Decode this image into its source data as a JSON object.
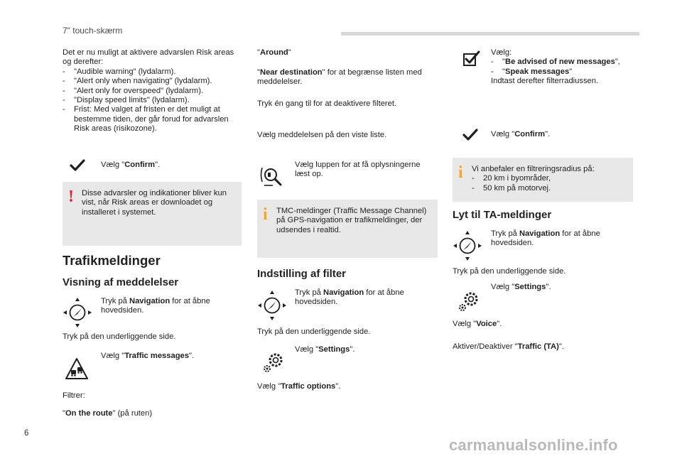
{
  "header": {
    "title": "7\" touch-skærm"
  },
  "page_number": "6",
  "watermark": "carmanualsonline.info",
  "col1": {
    "intro": "Det er nu muligt at aktivere advarslen Risk areas og derefter:",
    "intro_items": [
      "\"Audible warning\" (lydalarm).",
      "\"Alert only when navigating\" (lydalarm).",
      "\"Alert only for overspeed\" (lydalarm).",
      "\"Display speed limits\" (lydalarm).",
      "Frist: Med valget af fristen er det muligt at bestemme tiden, der går forud for advarslen Risk areas (risikozone)."
    ],
    "confirm_pre": "Vælg \"",
    "confirm_bold": "Confirm",
    "confirm_post": "\".",
    "warning": "Disse advarsler og indikationer bliver kun vist, når Risk areas er downloadet og installeret i systemet.",
    "section_title": "Trafikmeldinger",
    "subsection_title": "Visning af meddelelser",
    "nav_pre": "Tryk på ",
    "nav_bold": "Navigation",
    "nav_post": " for at åbne hovedsiden.",
    "press_sub": "Tryk på den underliggende side.",
    "traffic_pre": "Vælg \"",
    "traffic_bold": "Traffic messages",
    "traffic_post": "\".",
    "filters": "Filtrer:",
    "onroute_pre": "\"",
    "onroute_bold": "On the route",
    "onroute_post": "\" (på ruten)"
  },
  "col2": {
    "around_pre": "\"",
    "around_bold": "Around",
    "around_post": "\"",
    "near_pre": "\"",
    "near_bold": "Near destination",
    "near_post": "\" for at begrænse listen med meddelelser.",
    "deactivate": "Tryk én gang til for at deaktivere filteret.",
    "select_msg": "Vælg meddelelsen på den viste liste.",
    "magnifier": "Vælg luppen for at få oplysningerne læst op.",
    "info": "TMC-meldinger (Traffic Message Channel) på GPS-navigation er trafikmeldinger, der udsendes i realtid.",
    "section_title": "Indstilling af filter",
    "nav_pre": "Tryk på ",
    "nav_bold": "Navigation",
    "nav_post": " for at åbne hovedsiden.",
    "press_sub": "Tryk på den underliggende side.",
    "settings_pre": "Vælg \"",
    "settings_bold": "Settings",
    "settings_post": "\".",
    "options_pre": "Vælg \"",
    "options_bold": "Traffic options",
    "options_post": "\"."
  },
  "col3": {
    "choose": "Vælg:",
    "advised_pre": "\"",
    "advised_bold": "Be advised of new messages",
    "advised_post": "\",",
    "speak_pre": "\"",
    "speak_bold": "Speak messages",
    "speak_post": "\"",
    "radius_text": "Indtast derefter filterradiussen.",
    "confirm_pre": "Vælg \"",
    "confirm_bold": "Confirm",
    "confirm_post": "\".",
    "info_intro": "Vi anbefaler en filtreringsradius på:",
    "info_items": [
      "20 km i byområder,",
      "50 km på motorvej."
    ],
    "section_title": "Lyt til TA-meldinger",
    "nav_pre": "Tryk på ",
    "nav_bold": "Navigation",
    "nav_post": " for at åbne hovedsiden.",
    "press_sub": "Tryk på den underliggende side.",
    "settings_pre": "Vælg \"",
    "settings_bold": "Settings",
    "settings_post": "\".",
    "voice_pre": "Vælg \"",
    "voice_bold": "Voice",
    "voice_post": "\".",
    "ta_pre": "Aktiver/Deaktiver \"",
    "ta_bold": "Traffic (TA)",
    "ta_post": "\"."
  },
  "icons": {
    "check": "check-icon",
    "checkbox": "checkbox-check-icon",
    "nav": "navigation-compass-icon",
    "traffic": "traffic-warning-icon",
    "settings": "settings-gear-icon",
    "speaker": "speaker-magnifier-icon",
    "warning_mark": "!",
    "info_mark": "i"
  }
}
